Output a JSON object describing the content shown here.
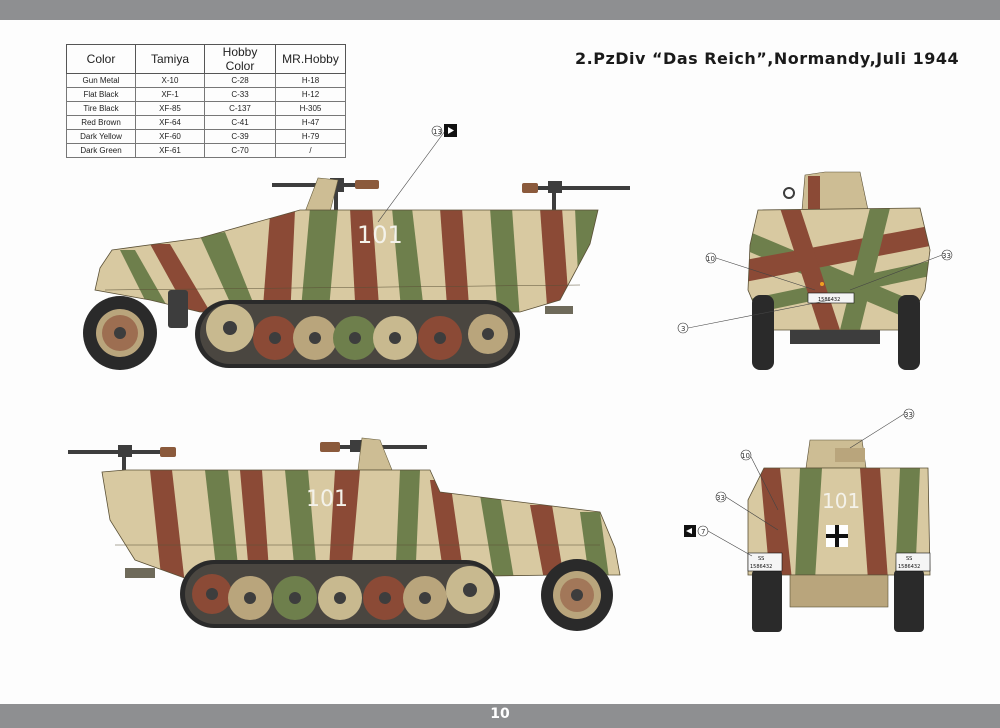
{
  "page_title": "2.PzDiv “Das Reich”,Normandy,Juli 1944",
  "page_number": "10",
  "color_table": {
    "headers": [
      "Color",
      "Tamiya",
      "Hobby Color",
      "MR.Hobby"
    ],
    "rows": [
      [
        "Gun Metal",
        "X-10",
        "C-28",
        "H-18"
      ],
      [
        "Flat Black",
        "XF-1",
        "C-33",
        "H-12"
      ],
      [
        "Tire Black",
        "XF-85",
        "C-137",
        "H-305"
      ],
      [
        "Red Brown",
        "XF-64",
        "C-41",
        "H-47"
      ],
      [
        "Dark Yellow",
        "XF-60",
        "C-39",
        "H-79"
      ],
      [
        "Dark Green",
        "XF-61",
        "C-70",
        "/"
      ]
    ]
  },
  "vehicle": {
    "hull_number": "101",
    "plate_number": "1586432",
    "plate_prefix": "SS"
  },
  "callouts": {
    "c3": "3",
    "c7": "7",
    "c10": "10",
    "c13": "13",
    "c33": "33"
  },
  "colors": {
    "dark_yellow": "#d8c9a1",
    "dark_green": "#6e7f4c",
    "red_brown": "#8b4a36",
    "tire_black": "#2a2a2a",
    "gun_metal": "#3d3d3d"
  }
}
